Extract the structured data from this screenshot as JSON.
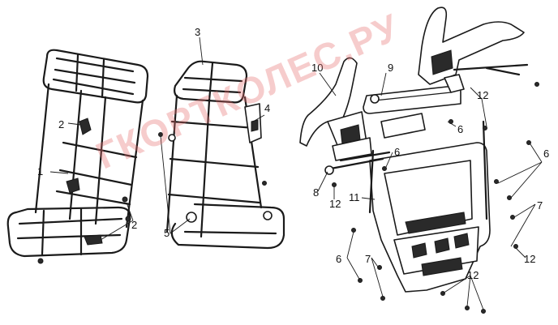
{
  "watermark": {
    "text": "ГКОРТКОЛЕС.РУ",
    "color": "#e66e6e"
  },
  "callouts": [
    {
      "id": "c1",
      "text": "1"
    },
    {
      "id": "c2a",
      "text": "2"
    },
    {
      "id": "c2b",
      "text": "2"
    },
    {
      "id": "c3",
      "text": "3"
    },
    {
      "id": "c4",
      "text": "4"
    },
    {
      "id": "c5",
      "text": "5"
    },
    {
      "id": "c6a",
      "text": "6"
    },
    {
      "id": "c6b",
      "text": "6"
    },
    {
      "id": "c6c",
      "text": "6"
    },
    {
      "id": "c6d",
      "text": "6"
    },
    {
      "id": "c7a",
      "text": "7"
    },
    {
      "id": "c7b",
      "text": "7"
    },
    {
      "id": "c8",
      "text": "8"
    },
    {
      "id": "c9",
      "text": "9"
    },
    {
      "id": "c10",
      "text": "10"
    },
    {
      "id": "c11",
      "text": "11"
    },
    {
      "id": "c12a",
      "text": "12"
    },
    {
      "id": "c12b",
      "text": "12"
    },
    {
      "id": "c12c",
      "text": "12"
    },
    {
      "id": "c12d",
      "text": "12"
    }
  ]
}
